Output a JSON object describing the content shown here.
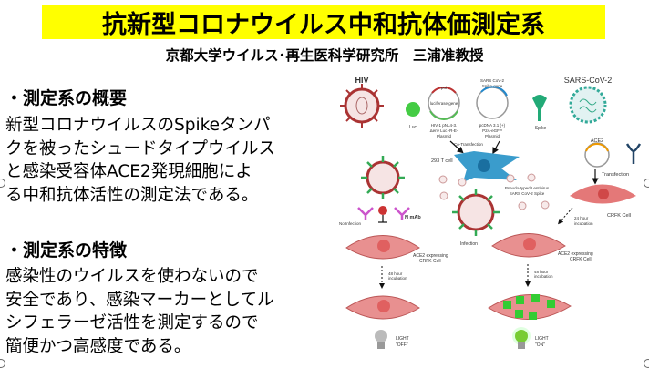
{
  "title": "抗新型コロナウイルス中和抗体価測定系",
  "subtitle": "京都大学ウイルス･再生医科学研究所　三浦准教授",
  "sections": [
    {
      "heading": "・測定系の概要",
      "lines": [
        "新型コロナウイルスのSpikeタンパ",
        "クを被ったシュードタイプウイルス",
        "と感染受容体ACE2発現細胞によ",
        "る中和抗体活性の測定法である。"
      ]
    },
    {
      "heading": "・測定系の特徴",
      "lines": [
        "感染性のウイルスを使わないので",
        "安全であり、感染マーカーとしてル",
        "シフェラーゼ活性を測定するので",
        "簡便かつ高感度である。"
      ]
    }
  ],
  "diagram": {
    "hiv": "HIV",
    "sars": "SARS-CoV-2",
    "luc": "Luc",
    "pol": "pol",
    "luciferase_gene": "luciferase gene",
    "hiv_plasmid": [
      "HIV-1 pNL4-3.",
      "Δenv Luc -R-E-",
      "Plasmid"
    ],
    "spike_gene": [
      "SARS CoV-2",
      "Spike gene"
    ],
    "spike_plasmid": [
      "pcDNA 3.1 (+)",
      "P2A-eGFP",
      "Plasmid"
    ],
    "spike": "Spike",
    "cotransfection": "Co-Transfection",
    "t293": "293 T cell",
    "ace2": "ACE2",
    "transfection": "Transfection",
    "crfk": "CRFK Cell",
    "pseudo": [
      "Pseudo-typed Lentivirus",
      "SARS CoV-2 Spike"
    ],
    "incubation24": [
      "24 hour",
      "incubation"
    ],
    "nmab": "N mAb",
    "no_infection": "No Infection",
    "infection": "Infection",
    "ace2_crfk": [
      "ACE2 expressing",
      "CRFK Cell"
    ],
    "incubation48": [
      "48 hour",
      "incubation"
    ],
    "light_off": [
      "LIGHT",
      "\"OFF\""
    ],
    "light_on": [
      "LIGHT",
      "\"ON\""
    ]
  }
}
